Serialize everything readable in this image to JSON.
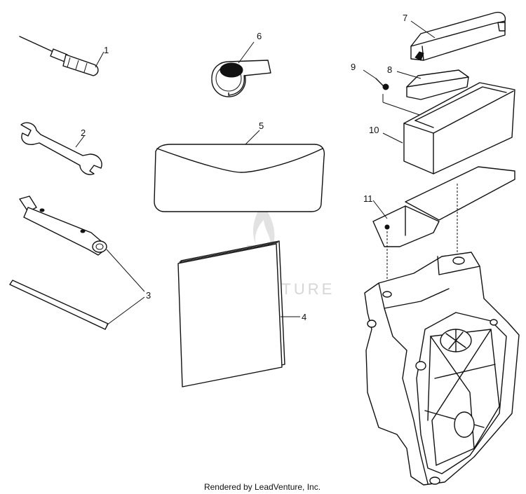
{
  "parts": [
    {
      "number": "1",
      "icon": "screwdriver-icon"
    },
    {
      "number": "2",
      "icon": "open-end-wrench-icon"
    },
    {
      "number": "3",
      "icon": "spark-plug-socket-wrench-icon"
    },
    {
      "number": "4",
      "icon": "owners-manual-icon"
    },
    {
      "number": "5",
      "icon": "tool-pouch-icon"
    },
    {
      "number": "6",
      "icon": "tape-roll-icon"
    },
    {
      "number": "7",
      "icon": "tool-box-lid-icon"
    },
    {
      "number": "8",
      "icon": "foam-pad-icon"
    },
    {
      "number": "9",
      "icon": "screw-icon"
    },
    {
      "number": "10",
      "icon": "tool-box-icon"
    },
    {
      "number": "11",
      "icon": "bracket-icon"
    }
  ],
  "watermark": "LEADVENTURE",
  "footer": "Rendered by LeadVenture, Inc."
}
